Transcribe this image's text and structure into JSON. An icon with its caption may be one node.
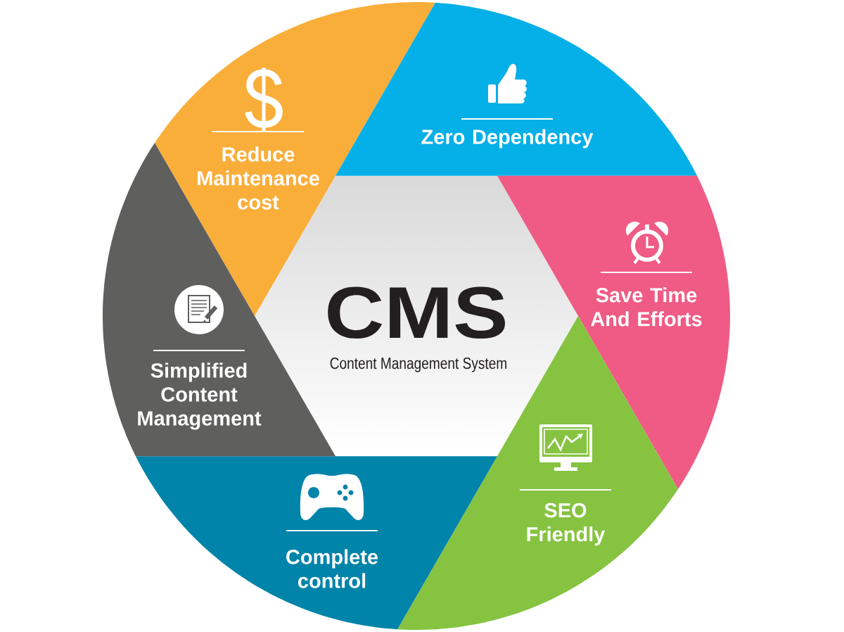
{
  "diagram": {
    "nodes": [
      {
        "text": [
          "CMS",
          "Content Management System"
        ]
      },
      {
        "text": [
          "Reduce Maintenance cost"
        ]
      },
      {
        "text": [
          "Zero Dependency"
        ]
      },
      {
        "text": [
          "Save Time And Efforts"
        ]
      },
      {
        "text": [
          "SEO Friendly"
        ]
      },
      {
        "text": [
          "Complete control"
        ]
      },
      {
        "text": [
          "Simplified Content Management"
        ]
      }
    ]
  }
}
